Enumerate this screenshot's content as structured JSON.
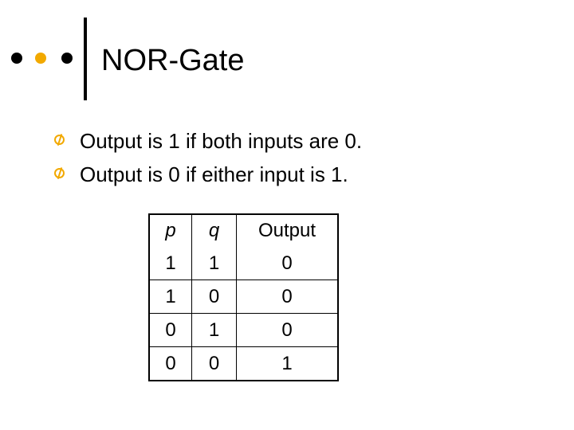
{
  "slide": {
    "title": "NOR-Gate",
    "decoration": {
      "dots": [
        "#000000",
        "#F2A900",
        "#000000"
      ],
      "bullet_icon": "circle-slash-icon",
      "bullet_color": "#F2A900"
    },
    "bullets": [
      "Output is 1 if both inputs are 0.",
      "Output is 0 if either input is 1."
    ]
  },
  "truth_table": {
    "headers": [
      "p",
      "q",
      "Output"
    ],
    "rows": [
      [
        "1",
        "1",
        "0"
      ],
      [
        "1",
        "0",
        "0"
      ],
      [
        "0",
        "1",
        "0"
      ],
      [
        "0",
        "0",
        "1"
      ]
    ]
  }
}
